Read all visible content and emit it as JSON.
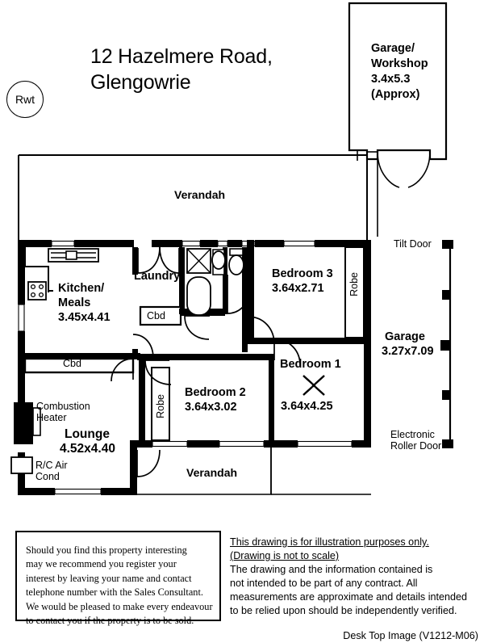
{
  "header": {
    "title_line1": "12 Hazelmere Road,",
    "title_line2": "Glengowrie",
    "rwt_marker": "Rwt"
  },
  "rooms": {
    "garage_workshop": {
      "name_line1": "Garage/",
      "name_line2": "Workshop",
      "dimensions": "3.4x5.3",
      "note": "(Approx)"
    },
    "verandah_top": {
      "name": "Verandah"
    },
    "verandah_bottom": {
      "name": "Verandah"
    },
    "kitchen": {
      "name_line1": "Kitchen/",
      "name_line2": "Meals",
      "dimensions": "3.45x4.41"
    },
    "laundry": {
      "name": "Laundry"
    },
    "bedroom3": {
      "name": "Bedroom 3",
      "dimensions": "3.64x2.71"
    },
    "bedroom1": {
      "name": "Bedroom 1",
      "dimensions": "3.64x4.25"
    },
    "bedroom2": {
      "name": "Bedroom 2",
      "dimensions": "3.64x3.02"
    },
    "lounge": {
      "name": "Lounge",
      "dimensions": "4.52x4.40"
    },
    "garage": {
      "name": "Garage",
      "dimensions": "3.27x7.09"
    }
  },
  "fixtures": {
    "cbd_laundry": "Cbd",
    "cbd_hall": "Cbd",
    "robe_bedroom3": "Robe",
    "robe_bedroom2": "Robe",
    "combustion_heater_line1": "Combustion",
    "combustion_heater_line2": "Heater",
    "rc_air_cond_line1": "R/C Air",
    "rc_air_cond_line2": "Cond",
    "tilt_door": "Tilt Door",
    "roller_door_line1": "Electronic",
    "roller_door_line2": "Roller Door"
  },
  "disclaimer_left": {
    "lines": [
      "Should you find this property interesting",
      "may we recommend you register your",
      "interest by leaving your name and contact",
      "telephone number with the Sales Consultant.",
      "We would be pleased to make every endeavour",
      "to contact you if the property is to be sold."
    ]
  },
  "disclaimer_right": {
    "underlined_line1": "This drawing is for illustration purposes only.",
    "underlined_line2": "(Drawing is not to scale)",
    "lines": [
      "The drawing and the information contained is",
      "not intended to be part of any contract.  All",
      "measurements are approximate and details intended",
      "to be relied upon should be independently verified."
    ],
    "credit": "Desk Top Image  (V1212-M06)"
  },
  "colors": {
    "wall": "#000000",
    "background": "#ffffff",
    "thin_line": "#000000"
  }
}
